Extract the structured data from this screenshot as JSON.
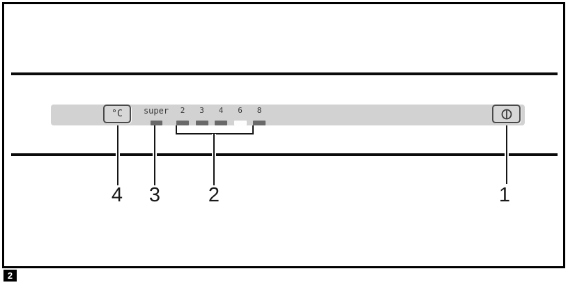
{
  "figure": {
    "label": "2"
  },
  "panel": {
    "temp_button": {
      "label": "°C"
    },
    "super_indicator": {
      "label": "super"
    },
    "temperature_scale": {
      "values": [
        "2",
        "3",
        "4",
        "6",
        "8"
      ],
      "active_value": "6"
    },
    "power_button": {
      "icon": "power-on-off-icon"
    },
    "colors": {
      "panel_bg": "#d2d2d2",
      "indicator_inactive": "#696969",
      "indicator_active": "#fdfdfd",
      "line": "#151515"
    }
  },
  "callouts": [
    {
      "number": "4"
    },
    {
      "number": "3"
    },
    {
      "number": "2"
    },
    {
      "number": "1"
    }
  ]
}
